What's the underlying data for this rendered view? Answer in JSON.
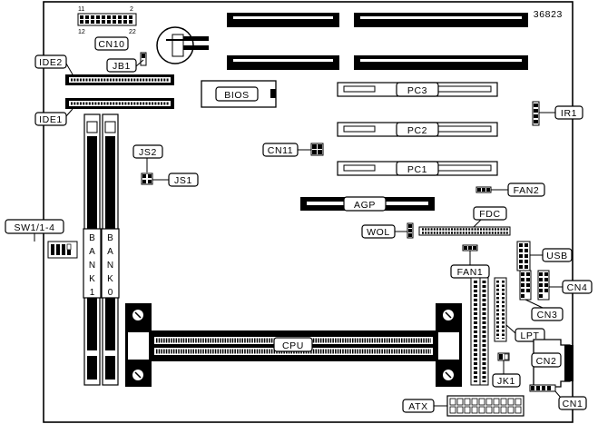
{
  "figure_id": "36823",
  "pin_labels": {
    "top_left": "11",
    "top_right": "2",
    "bottom_left": "12",
    "bottom_right": "22"
  },
  "components": {
    "cn10": "CN10",
    "jb1": "JB1",
    "ide2": "IDE2",
    "ide1": "IDE1",
    "bios": "BIOS",
    "pc3": "PC3",
    "pc2": "PC2",
    "pc1": "PC1",
    "ir1": "IR1",
    "cn11": "CN11",
    "js2": "JS2",
    "js1": "JS1",
    "fan2": "FAN2",
    "agp": "AGP",
    "fdc": "FDC",
    "wol": "WOL",
    "sw1": "SW1/1-4",
    "usb": "USB",
    "fan1": "FAN1",
    "cn4": "CN4",
    "cn3": "CN3",
    "lpt": "LPT",
    "cpu": "CPU",
    "cn2": "CN2",
    "jk1": "JK1",
    "cn1": "CN1",
    "atx": "ATX"
  },
  "banks": {
    "bank1": [
      "B",
      "A",
      "N",
      "K",
      "1"
    ],
    "bank0": [
      "B",
      "A",
      "N",
      "K",
      "0"
    ]
  }
}
